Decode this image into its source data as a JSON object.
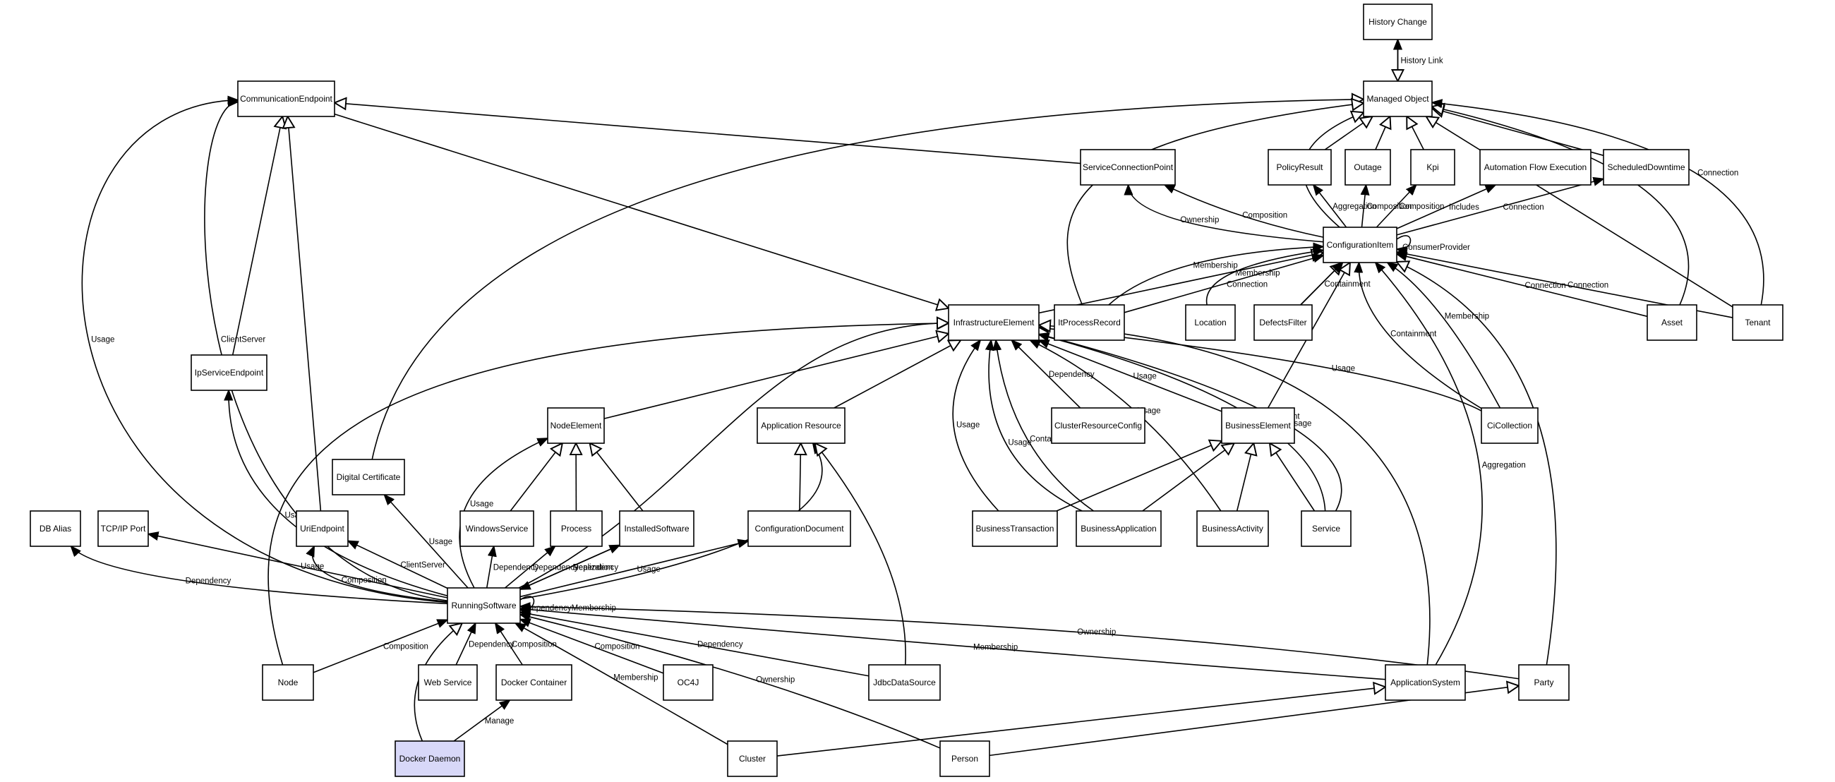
{
  "diagram": {
    "nodes": [
      {
        "id": "history_change",
        "label": "History Change"
      },
      {
        "id": "managed_object",
        "label": "Managed Object"
      },
      {
        "id": "communication_endpoint",
        "label": "CommunicationEndpoint"
      },
      {
        "id": "service_connection_point",
        "label": "ServiceConnectionPoint"
      },
      {
        "id": "policy_result",
        "label": "PolicyResult"
      },
      {
        "id": "outage",
        "label": "Outage"
      },
      {
        "id": "kpi",
        "label": "Kpi"
      },
      {
        "id": "automation_flow_execution",
        "label": "Automation Flow Execution"
      },
      {
        "id": "scheduled_downtime",
        "label": "ScheduledDowntime"
      },
      {
        "id": "configuration_item",
        "label": "ConfigurationItem"
      },
      {
        "id": "infrastructure_element",
        "label": "InfrastructureElement"
      },
      {
        "id": "it_process_record",
        "label": "ItProcessRecord"
      },
      {
        "id": "location",
        "label": "Location"
      },
      {
        "id": "defects_filter",
        "label": "DefectsFilter"
      },
      {
        "id": "asset",
        "label": "Asset"
      },
      {
        "id": "tenant",
        "label": "Tenant"
      },
      {
        "id": "ip_service_endpoint",
        "label": "IpServiceEndpoint"
      },
      {
        "id": "node_element",
        "label": "NodeElement"
      },
      {
        "id": "application_resource",
        "label": "Application Resource"
      },
      {
        "id": "cluster_resource_config",
        "label": "ClusterResourceConfig"
      },
      {
        "id": "business_element",
        "label": "BusinessElement"
      },
      {
        "id": "ci_collection",
        "label": "CiCollection"
      },
      {
        "id": "digital_certificate",
        "label": "Digital Certificate"
      },
      {
        "id": "db_alias",
        "label": "DB Alias"
      },
      {
        "id": "tcpip_port",
        "label": "TCP/IP Port"
      },
      {
        "id": "uri_endpoint",
        "label": "UriEndpoint"
      },
      {
        "id": "windows_service",
        "label": "WindowsService"
      },
      {
        "id": "process",
        "label": "Process"
      },
      {
        "id": "installed_software",
        "label": "InstalledSoftware"
      },
      {
        "id": "configuration_document",
        "label": "ConfigurationDocument"
      },
      {
        "id": "business_transaction",
        "label": "BusinessTransaction"
      },
      {
        "id": "business_application",
        "label": "BusinessApplication"
      },
      {
        "id": "business_activity",
        "label": "BusinessActivity"
      },
      {
        "id": "service",
        "label": "Service"
      },
      {
        "id": "running_software",
        "label": "RunningSoftware"
      },
      {
        "id": "node",
        "label": "Node"
      },
      {
        "id": "web_service",
        "label": "Web Service"
      },
      {
        "id": "docker_container",
        "label": "Docker Container"
      },
      {
        "id": "oc4j",
        "label": "OC4J"
      },
      {
        "id": "jdbc_data_source",
        "label": "JdbcDataSource"
      },
      {
        "id": "application_system",
        "label": "ApplicationSystem"
      },
      {
        "id": "party",
        "label": "Party"
      },
      {
        "id": "docker_daemon",
        "label": "Docker Daemon",
        "highlight": true
      },
      {
        "id": "cluster",
        "label": "Cluster"
      },
      {
        "id": "person",
        "label": "Person"
      }
    ],
    "edges": [
      {
        "from": "managed_object",
        "to": "history_change",
        "label": "History Link",
        "kind": "assoc"
      },
      {
        "from": "history_change",
        "to": "managed_object",
        "label": "",
        "kind": "inherit"
      },
      {
        "from": "service_connection_point",
        "to": "communication_endpoint",
        "label": "",
        "kind": "inherit"
      },
      {
        "from": "policy_result",
        "to": "managed_object",
        "label": "",
        "kind": "inherit"
      },
      {
        "from": "outage",
        "to": "managed_object",
        "label": "",
        "kind": "inherit"
      },
      {
        "from": "kpi",
        "to": "managed_object",
        "label": "",
        "kind": "inherit"
      },
      {
        "from": "scheduled_downtime",
        "to": "managed_object",
        "label": "",
        "kind": "inherit"
      },
      {
        "from": "configuration_item",
        "to": "managed_object",
        "label": "",
        "kind": "inherit"
      },
      {
        "from": "asset",
        "to": "managed_object",
        "label": "",
        "kind": "inherit"
      },
      {
        "from": "tenant",
        "to": "managed_object",
        "label": "",
        "kind": "inherit"
      },
      {
        "from": "tenant",
        "to": "managed_object",
        "label": "Connection",
        "kind": "assoc"
      },
      {
        "from": "digital_certificate",
        "to": "managed_object",
        "label": "",
        "kind": "inherit"
      },
      {
        "from": "it_process_record",
        "to": "managed_object",
        "label": "",
        "kind": "inherit"
      },
      {
        "from": "communication_endpoint",
        "to": "infrastructure_element",
        "label": "",
        "kind": "inherit"
      },
      {
        "from": "configuration_item",
        "to": "service_connection_point",
        "label": "Ownership",
        "kind": "assoc"
      },
      {
        "from": "configuration_item",
        "to": "service_connection_point",
        "label": "Composition",
        "kind": "assoc"
      },
      {
        "from": "configuration_item",
        "to": "policy_result",
        "label": "Aggregation",
        "kind": "assoc"
      },
      {
        "from": "configuration_item",
        "to": "outage",
        "label": "Composition",
        "kind": "assoc"
      },
      {
        "from": "configuration_item",
        "to": "kpi",
        "label": "Composition",
        "kind": "assoc"
      },
      {
        "from": "configuration_item",
        "to": "automation_flow_execution",
        "label": "Includes",
        "kind": "assoc"
      },
      {
        "from": "configuration_item",
        "to": "scheduled_downtime",
        "label": "Connection",
        "kind": "assoc"
      },
      {
        "from": "configuration_item",
        "to": "configuration_item",
        "label": "ConsumerProvider",
        "kind": "assoc"
      },
      {
        "from": "infrastructure_element",
        "to": "configuration_item",
        "label": "",
        "kind": "inherit"
      },
      {
        "from": "it_process_record",
        "to": "configuration_item",
        "label": "Connection",
        "kind": "assoc"
      },
      {
        "from": "it_process_record",
        "to": "configuration_item",
        "label": "Membership",
        "kind": "assoc"
      },
      {
        "from": "location",
        "to": "configuration_item",
        "label": "Membership",
        "kind": "assoc"
      },
      {
        "from": "defects_filter",
        "to": "configuration_item",
        "label": "",
        "kind": "inherit"
      },
      {
        "from": "defects_filter",
        "to": "configuration_item",
        "label": "Containment",
        "kind": "assoc"
      },
      {
        "from": "asset",
        "to": "configuration_item",
        "label": "Connection",
        "kind": "assoc"
      },
      {
        "from": "tenant",
        "to": "configuration_item",
        "label": "Connection",
        "kind": "assoc"
      },
      {
        "from": "ci_collection",
        "to": "configuration_item",
        "label": "Containment",
        "kind": "assoc"
      },
      {
        "from": "ci_collection",
        "to": "configuration_item",
        "label": "Membership",
        "kind": "assoc"
      },
      {
        "from": "business_element",
        "to": "configuration_item",
        "label": "",
        "kind": "inherit"
      },
      {
        "from": "application_system",
        "to": "configuration_item",
        "label": "Aggregation",
        "kind": "assoc"
      },
      {
        "from": "party",
        "to": "configuration_item",
        "label": "",
        "kind": "inherit"
      },
      {
        "from": "cluster_resource_config",
        "to": "infrastructure_element",
        "label": "Dependency",
        "kind": "assoc"
      },
      {
        "from": "business_element",
        "to": "infrastructure_element",
        "label": "Usage",
        "kind": "assoc"
      },
      {
        "from": "ci_collection",
        "to": "infrastructure_element",
        "label": "Usage",
        "kind": "assoc"
      },
      {
        "from": "node_element",
        "to": "infrastructure_element",
        "label": "",
        "kind": "inherit"
      },
      {
        "from": "application_resource",
        "to": "infrastructure_element",
        "label": "",
        "kind": "inherit"
      },
      {
        "from": "business_transaction",
        "to": "infrastructure_element",
        "label": "Usage",
        "kind": "assoc"
      },
      {
        "from": "business_application",
        "to": "infrastructure_element",
        "label": "Usage",
        "kind": "assoc"
      },
      {
        "from": "business_application",
        "to": "infrastructure_element",
        "label": "Containment",
        "kind": "assoc"
      },
      {
        "from": "business_activity",
        "to": "infrastructure_element",
        "label": "Usage",
        "kind": "assoc"
      },
      {
        "from": "service",
        "to": "infrastructure_element",
        "label": "Containment",
        "kind": "assoc"
      },
      {
        "from": "service",
        "to": "infrastructure_element",
        "label": "Usage",
        "kind": "assoc"
      },
      {
        "from": "application_system",
        "to": "infrastructure_element",
        "label": "",
        "kind": "inherit"
      },
      {
        "from": "node",
        "to": "infrastructure_element",
        "label": "",
        "kind": "inherit"
      },
      {
        "from": "running_software",
        "to": "infrastructure_element",
        "label": "",
        "kind": "inherit"
      },
      {
        "from": "business_transaction",
        "to": "business_element",
        "label": "",
        "kind": "inherit"
      },
      {
        "from": "business_application",
        "to": "business_element",
        "label": "",
        "kind": "inherit"
      },
      {
        "from": "business_activity",
        "to": "business_element",
        "label": "",
        "kind": "inherit"
      },
      {
        "from": "service",
        "to": "business_element",
        "label": "",
        "kind": "inherit"
      },
      {
        "from": "ip_service_endpoint",
        "to": "communication_endpoint",
        "label": "",
        "kind": "inherit"
      },
      {
        "from": "uri_endpoint",
        "to": "communication_endpoint",
        "label": "",
        "kind": "inherit"
      },
      {
        "from": "running_software",
        "to": "communication_endpoint",
        "label": "Usage",
        "kind": "assoc"
      },
      {
        "from": "running_software",
        "to": "communication_endpoint",
        "label": "ClientServer",
        "kind": "assoc"
      },
      {
        "from": "running_software",
        "to": "ip_service_endpoint",
        "label": "Usage",
        "kind": "assoc"
      },
      {
        "from": "running_software",
        "to": "uri_endpoint",
        "label": "Composition",
        "kind": "assoc"
      },
      {
        "from": "running_software",
        "to": "uri_endpoint",
        "label": "ClientServer",
        "kind": "assoc"
      },
      {
        "from": "running_software",
        "to": "db_alias",
        "label": "Dependency",
        "kind": "assoc"
      },
      {
        "from": "running_software",
        "to": "tcpip_port",
        "label": "Usage",
        "kind": "assoc"
      },
      {
        "from": "running_software",
        "to": "digital_certificate",
        "label": "Usage",
        "kind": "assoc"
      },
      {
        "from": "running_software",
        "to": "node_element",
        "label": "Usage",
        "kind": "assoc"
      },
      {
        "from": "running_software",
        "to": "windows_service",
        "label": "Dependency",
        "kind": "assoc"
      },
      {
        "from": "running_software",
        "to": "process",
        "label": "Dependency",
        "kind": "assoc"
      },
      {
        "from": "running_software",
        "to": "installed_software",
        "label": "Dependency",
        "kind": "assoc"
      },
      {
        "from": "installed_software",
        "to": "running_software",
        "label": "Realization",
        "kind": "assoc"
      },
      {
        "from": "running_software",
        "to": "configuration_document",
        "label": "Usage",
        "kind": "assoc"
      },
      {
        "from": "running_software",
        "to": "application_resource",
        "label": "Composition",
        "kind": "assoc"
      },
      {
        "from": "running_software",
        "to": "running_software",
        "label": "DependencyMembership",
        "kind": "assoc"
      },
      {
        "from": "windows_service",
        "to": "node_element",
        "label": "",
        "kind": "inherit"
      },
      {
        "from": "process",
        "to": "node_element",
        "label": "",
        "kind": "inherit"
      },
      {
        "from": "installed_software",
        "to": "node_element",
        "label": "",
        "kind": "inherit"
      },
      {
        "from": "configuration_document",
        "to": "application_resource",
        "label": "",
        "kind": "inherit"
      },
      {
        "from": "jdbc_data_source",
        "to": "application_resource",
        "label": "",
        "kind": "inherit"
      },
      {
        "from": "node",
        "to": "running_software",
        "label": "Composition",
        "kind": "assoc"
      },
      {
        "from": "web_service",
        "to": "running_software",
        "label": "Dependency",
        "kind": "assoc"
      },
      {
        "from": "docker_container",
        "to": "running_software",
        "label": "Composition",
        "kind": "assoc"
      },
      {
        "from": "docker_daemon",
        "to": "running_software",
        "label": "",
        "kind": "inherit"
      },
      {
        "from": "docker_daemon",
        "to": "docker_container",
        "label": "Manage",
        "kind": "assoc"
      },
      {
        "from": "oc4j",
        "to": "running_software",
        "label": "Composition",
        "kind": "assoc"
      },
      {
        "from": "jdbc_data_source",
        "to": "running_software",
        "label": "Dependency",
        "kind": "assoc"
      },
      {
        "from": "application_system",
        "to": "running_software",
        "label": "Membership",
        "kind": "assoc"
      },
      {
        "from": "party",
        "to": "running_software",
        "label": "Ownership",
        "kind": "assoc"
      },
      {
        "from": "cluster",
        "to": "running_software",
        "label": "Membership",
        "kind": "assoc"
      },
      {
        "from": "person",
        "to": "running_software",
        "label": "Ownership",
        "kind": "assoc"
      },
      {
        "from": "cluster",
        "to": "application_system",
        "label": "",
        "kind": "inherit"
      },
      {
        "from": "person",
        "to": "party",
        "label": "",
        "kind": "inherit"
      }
    ]
  }
}
